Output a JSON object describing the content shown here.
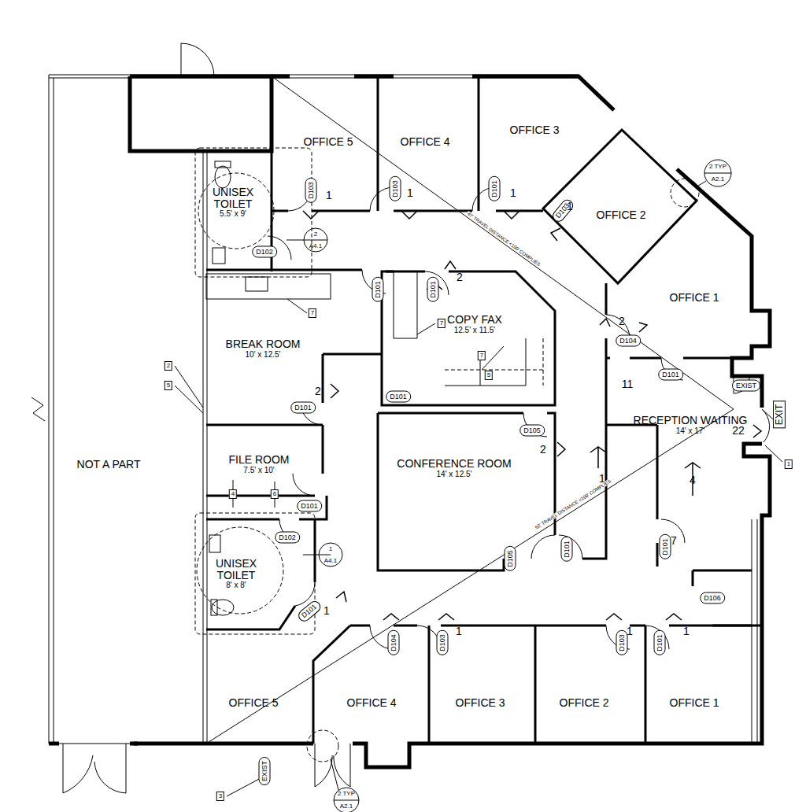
{
  "diagram": {
    "nodes": [
      {
        "text": [
          "OFFICE 5"
        ]
      },
      {
        "text": [
          "OFFICE 4"
        ]
      },
      {
        "text": [
          "OFFICE 3"
        ]
      },
      {
        "text": [
          "UNISEX TOILET",
          "5.5' x 9'"
        ]
      },
      {
        "text": [
          "OFFICE 2"
        ]
      },
      {
        "text": [
          "OFFICE 1"
        ]
      },
      {
        "text": [
          "COPY FAX",
          "12.5' x 11.5'"
        ]
      },
      {
        "text": [
          "BREAK ROOM",
          "10' x 12.5'"
        ]
      },
      {
        "text": [
          "RECEPTION WAITING",
          "14' x 17'"
        ]
      },
      {
        "text": [
          "NOT A PART"
        ]
      },
      {
        "text": [
          "FILE ROOM",
          "7.5' x 10'"
        ]
      },
      {
        "text": [
          "CONFERENCE ROOM",
          "14' x 12.5'"
        ]
      },
      {
        "text": [
          "UNISEX TOILET",
          "8' x 8'"
        ]
      },
      {
        "text": [
          "OFFICE 5"
        ]
      },
      {
        "text": [
          "OFFICE 4"
        ]
      },
      {
        "text": [
          "OFFICE 3"
        ]
      },
      {
        "text": [
          "OFFICE 2"
        ]
      },
      {
        "text": [
          "OFFICE 1"
        ]
      }
    ],
    "labels": [
      "D103",
      "D103",
      "D101",
      "D103",
      "D102",
      "D101",
      "D101",
      "D104",
      "D101",
      "EXIST",
      "D101",
      "D101",
      "D105",
      "D101",
      "D102",
      "D105",
      "D101",
      "D101",
      "D106",
      "D101",
      "D104",
      "D103",
      "D103",
      "D101",
      "EXIST",
      "1",
      "1",
      "1",
      "1",
      "2",
      "2",
      "11",
      "2",
      "22",
      "2",
      "1",
      "4",
      "7",
      "1",
      "1",
      "1",
      "1",
      "2 TYP",
      "A2.1",
      "2",
      "A4.1",
      "1",
      "A4.1",
      "2 TYP",
      "A2.1",
      "7",
      "7",
      "7",
      "5",
      "2",
      "5",
      "4",
      "6",
      "3",
      "1",
      "EXIT",
      "47' TRAVEL DISTANCE <100' COMPLIES",
      "52' TRAVEL DISTANCE <100' COMPLIES"
    ]
  }
}
